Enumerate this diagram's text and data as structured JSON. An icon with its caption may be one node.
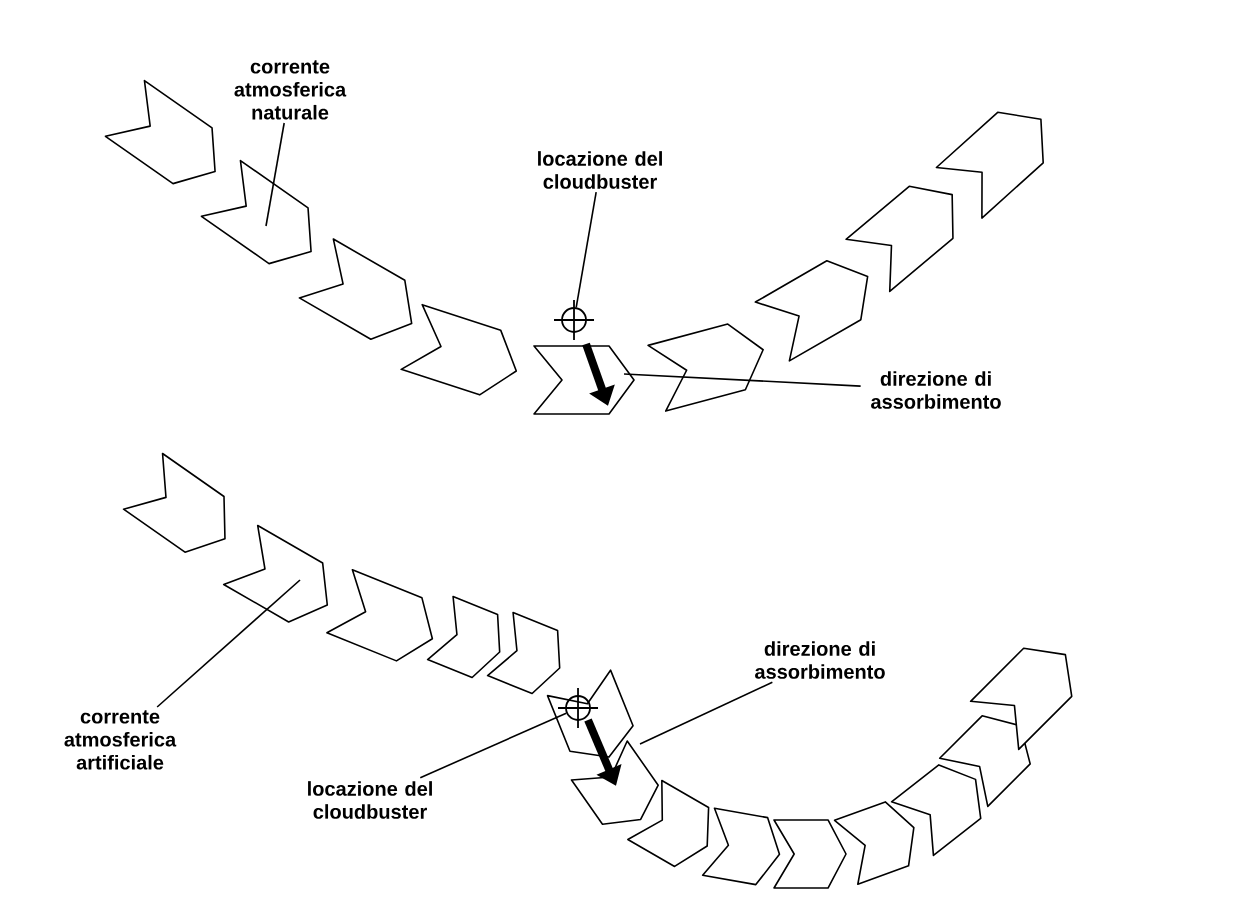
{
  "diagram": {
    "nodes": [
      {
        "text": [
          "corrente atmosferica naturale"
        ]
      },
      {
        "text": [
          "locazione del cloudbuster"
        ]
      },
      {
        "text": [],
        "shape": "circle"
      },
      {
        "text": [
          "direzione di assorbimento"
        ]
      },
      {
        "text": [
          "direzione di assorbimento"
        ]
      },
      {
        "text": [
          "corrente atmosferica artificiale"
        ]
      },
      {
        "text": [
          "locazione del cloudbuster"
        ]
      },
      {
        "text": [],
        "shape": "circle"
      }
    ],
    "edges": [
      {
        "from": 0,
        "to": null,
        "arrow": "none"
      },
      {
        "from": 1,
        "to": 2,
        "arrow": "none"
      },
      {
        "from": 3,
        "to": null,
        "arrow": "none"
      },
      {
        "from": 4,
        "to": null,
        "arrow": "none"
      },
      {
        "from": 5,
        "to": null,
        "arrow": "none"
      },
      {
        "from": 6,
        "to": 7,
        "arrow": "none"
      }
    ]
  }
}
